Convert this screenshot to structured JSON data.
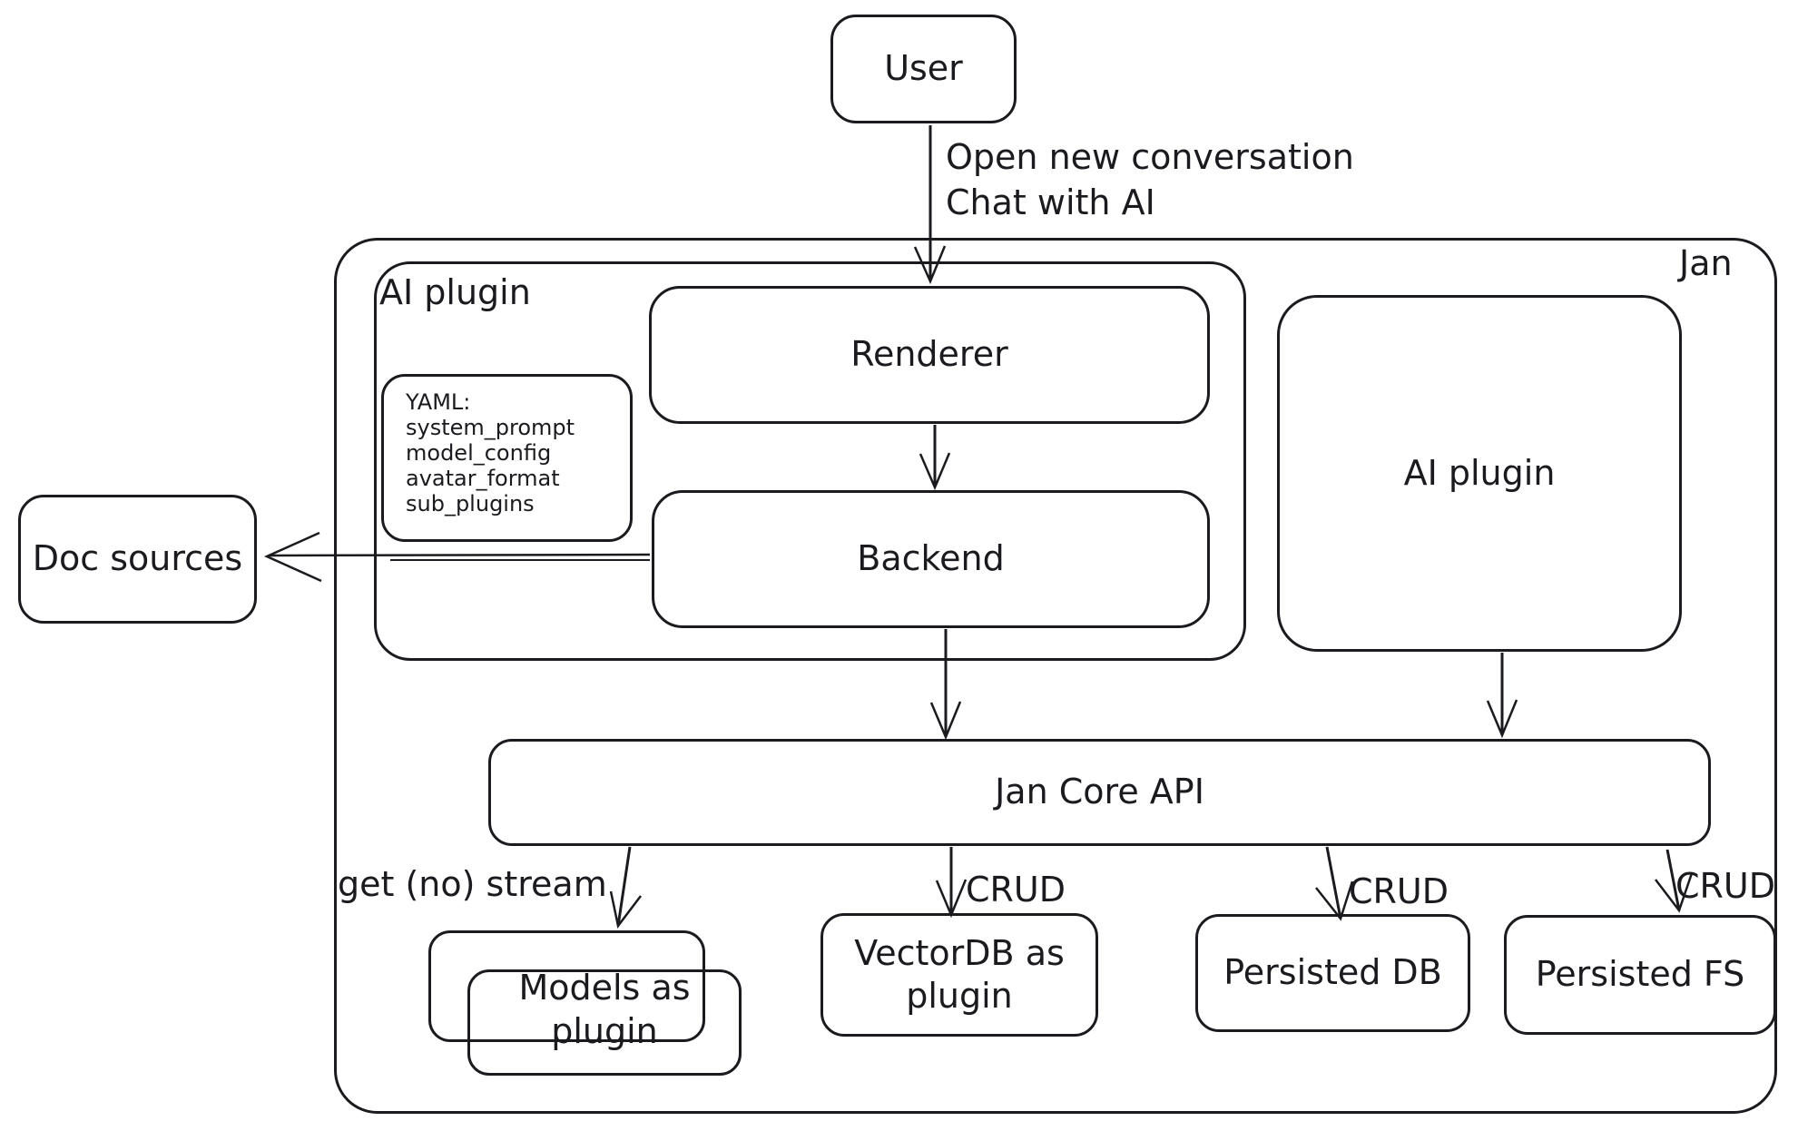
{
  "diagram": {
    "title_note": "Jan architecture sketch",
    "colors": {
      "stroke": "#1b1b1f",
      "background": "#ffffff"
    },
    "nodes": {
      "user": "User",
      "jan_container": "Jan",
      "ai_plugin_container": "AI plugin",
      "renderer": "Renderer",
      "backend": "Backend",
      "ai_plugin_right": "AI plugin",
      "doc_sources": "Doc sources",
      "jan_core_api": "Jan Core API",
      "models": {
        "line1": "Models as",
        "line2": "plugin"
      },
      "vectordb": {
        "line1": "VectorDB as",
        "line2": "plugin"
      },
      "persisted_db": "Persisted DB",
      "persisted_fs": "Persisted FS"
    },
    "yaml_note": {
      "lines": [
        "YAML:",
        "system_prompt",
        "model_config",
        "avatar_format",
        "sub_plugins"
      ]
    },
    "edge_labels": {
      "user_to_renderer_line1": "Open new conversation",
      "user_to_renderer_line2": "Chat with AI",
      "api_to_models": "get (no) stream",
      "api_to_vectordb": "CRUD",
      "api_to_persisted_db": "CRUD",
      "api_to_persisted_fs": "CRUD"
    }
  }
}
